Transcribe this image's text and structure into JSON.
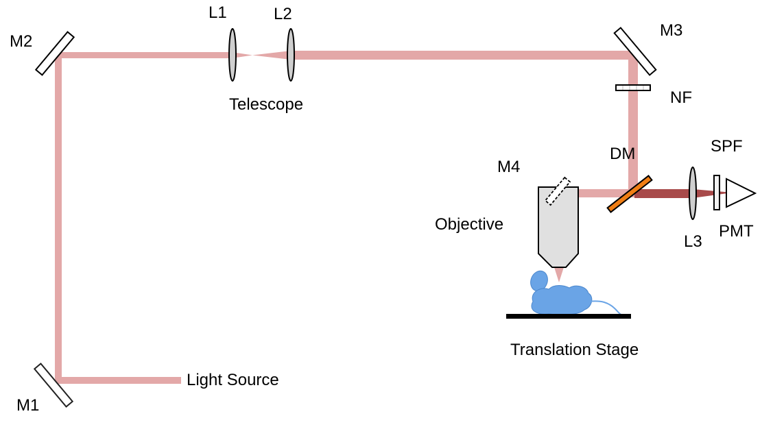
{
  "title": "Two-photon microscope optical setup",
  "colors": {
    "beam": "#e3a8a8",
    "emission_beam": "#a84a4a",
    "dichroic": "#f07e14",
    "objective_fill": "#e0e0e0",
    "lens_fill": "#cfcfcf",
    "mouse": "#6aa4e6",
    "stage": "#000000"
  },
  "labels": {
    "m1": "M1",
    "m2": "M2",
    "m3": "M3",
    "m4": "M4",
    "l1": "L1",
    "l2": "L2",
    "l3": "L3",
    "telescope": "Telescope",
    "nf": "NF",
    "dm": "DM",
    "spf": "SPF",
    "pmt": "PMT",
    "objective": "Objective",
    "translation_stage": "Translation Stage",
    "light_source": "Light Source"
  }
}
